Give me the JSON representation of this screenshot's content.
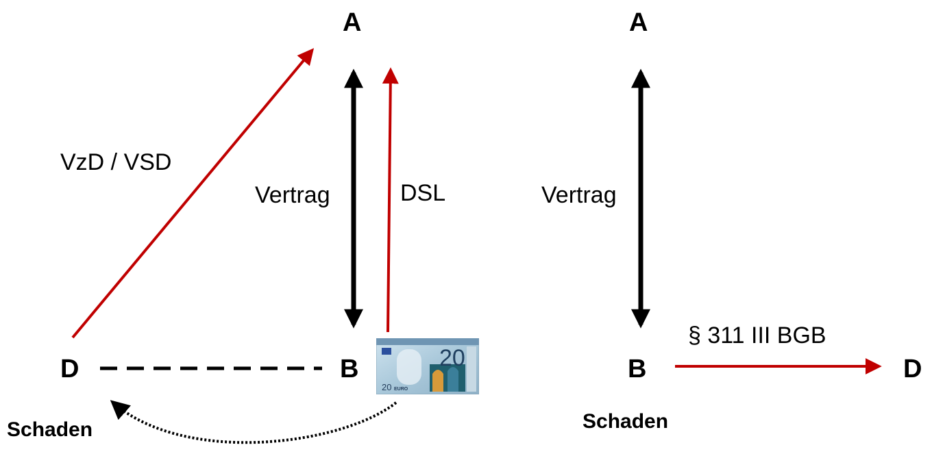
{
  "colors": {
    "black": "#000000",
    "red": "#c00000"
  },
  "left_diagram": {
    "node_a": "A",
    "node_b": "B",
    "node_d": "D",
    "edge_contract_label": "Vertrag",
    "edge_vzd_label": "VzD / VSD",
    "edge_dsl_label": "DSL",
    "damage_label": "Schaden",
    "banknote": {
      "denomination": "20",
      "currency": "EURO"
    }
  },
  "right_diagram": {
    "node_a": "A",
    "node_b": "B",
    "node_d": "D",
    "edge_contract_label": "Vertrag",
    "edge_bd_label": "§ 311 III BGB",
    "damage_label": "Schaden"
  }
}
